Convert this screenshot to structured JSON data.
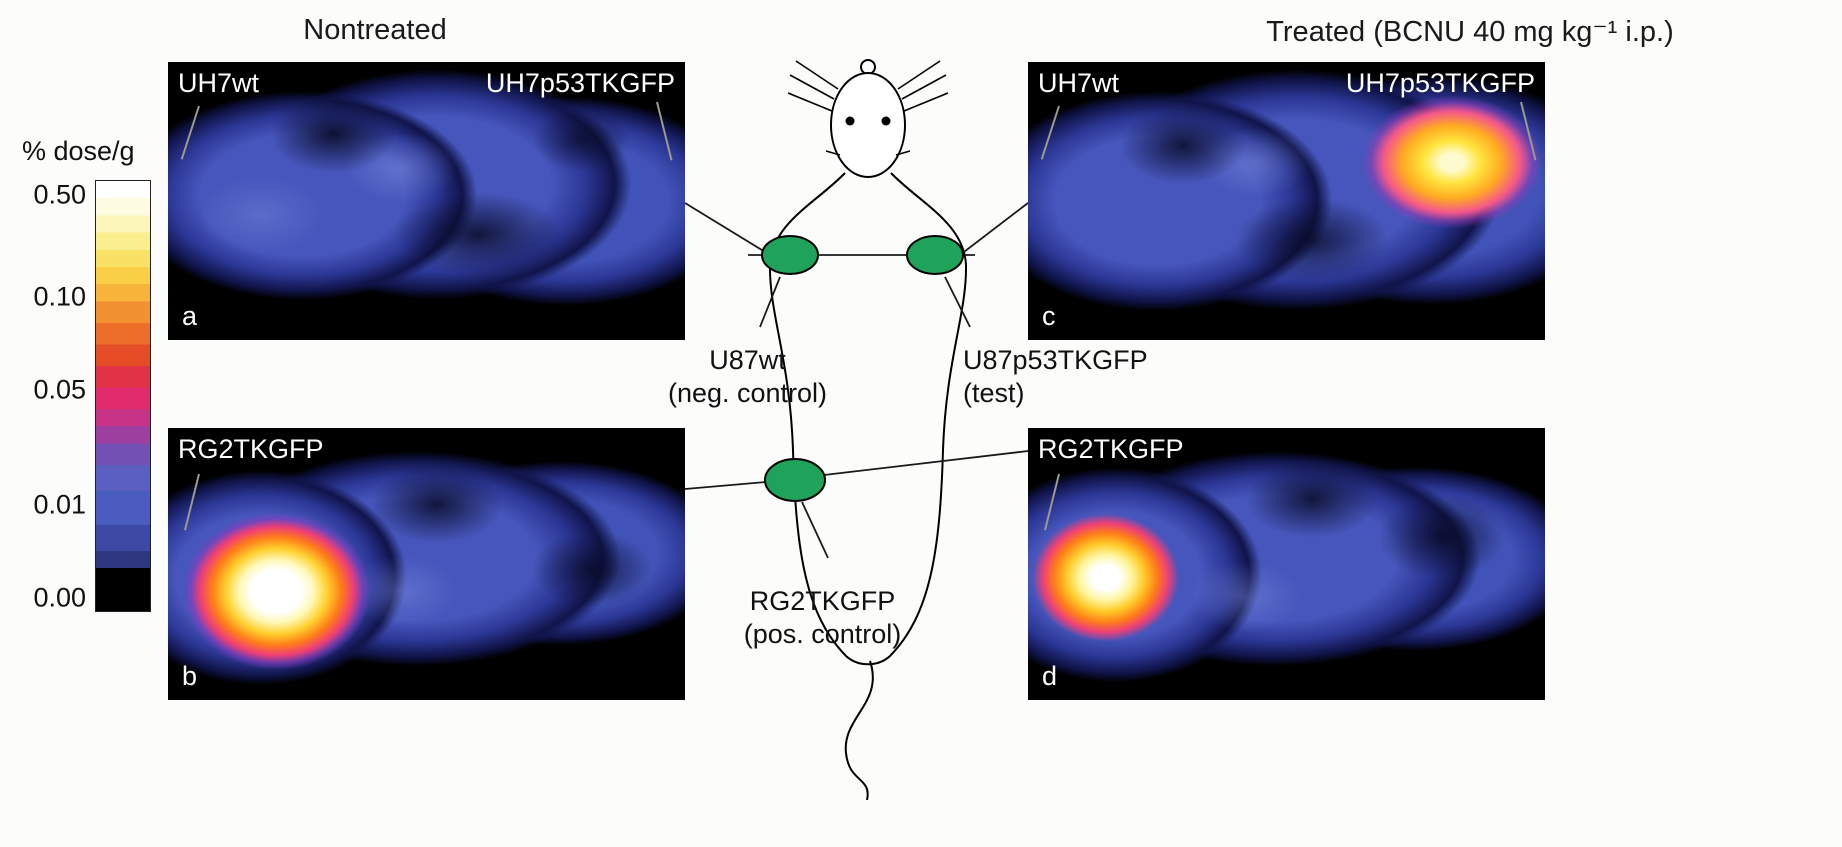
{
  "titles": {
    "left": "Nontreated",
    "right": "Treated (BCNU 40 mg kg⁻¹ i.p.)"
  },
  "colorbar": {
    "label": "% dose/g",
    "ticks": [
      "0.50",
      "0.10",
      "0.05",
      "0.01",
      "0.00"
    ]
  },
  "panels": [
    {
      "letter": "a",
      "label_left": "UH7wt",
      "label_right": "UH7p53TKGFP"
    },
    {
      "letter": "b",
      "label_left": "RG2TKGFP"
    },
    {
      "letter": "c",
      "label_left": "UH7wt",
      "label_right": "UH7p53TKGFP"
    },
    {
      "letter": "d",
      "label_left": "RG2TKGFP"
    }
  ],
  "diagram": {
    "neg_control": {
      "line1": "U87wt",
      "line2": "(neg. control)"
    },
    "test": {
      "line1": "U87p53TKGFP",
      "line2": "(test)"
    },
    "pos_control": {
      "line1": "RG2TKGFP",
      "line2": "(pos. control)"
    }
  },
  "colors": {
    "tumor_green": "#1fa35a",
    "scan_blue": "#4656bc",
    "hotspot_orange": "#ff7d18",
    "hotspot_white": "#ffffff"
  }
}
